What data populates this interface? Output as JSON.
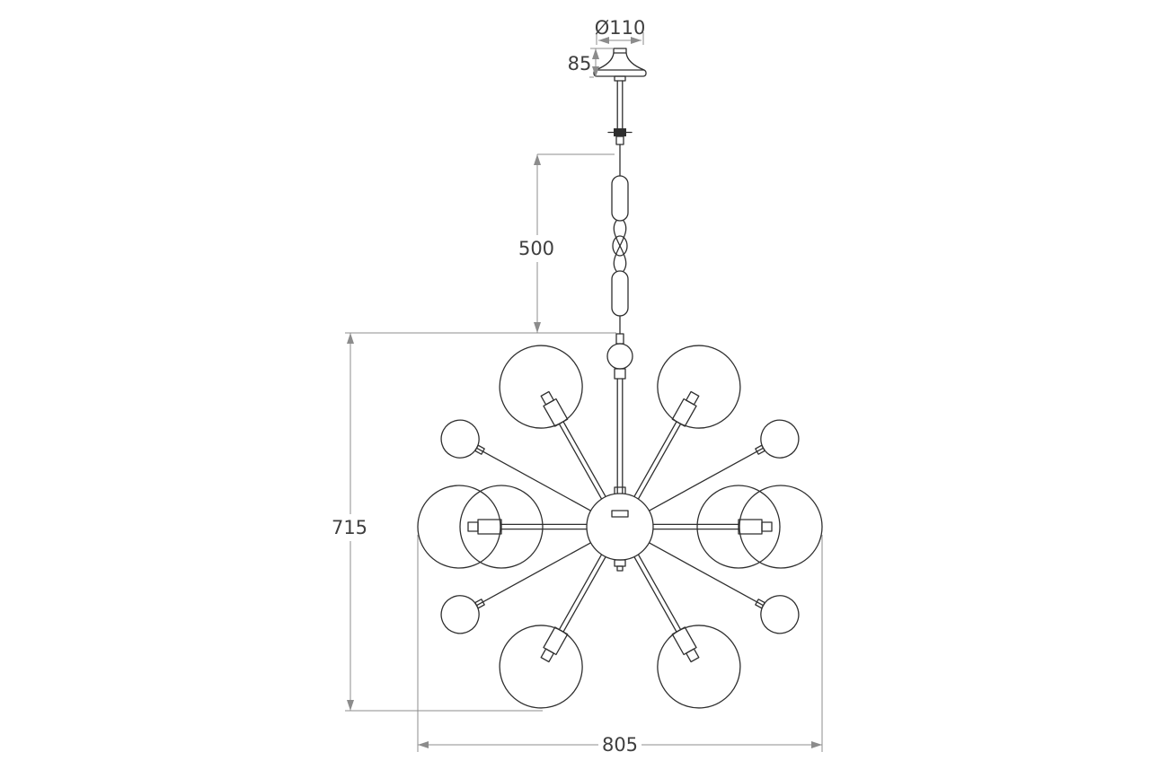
{
  "page": {
    "background": "#ffffff"
  },
  "drawing": {
    "subject": "sputnik chandelier with glass globes - front elevation dimension drawing",
    "stroke_color": "#2f2f2f",
    "dimension_color": "#8c8c8c",
    "text_color": "#3f3f3f"
  },
  "dimensions": {
    "canopy_diameter": {
      "label": "Ø110",
      "value": 110
    },
    "canopy_height": {
      "label": "85",
      "value": 85
    },
    "chain_drop": {
      "label": "500",
      "value": 500
    },
    "body_height": {
      "label": "715",
      "value": 715
    },
    "body_width": {
      "label": "805",
      "value": 805
    }
  }
}
